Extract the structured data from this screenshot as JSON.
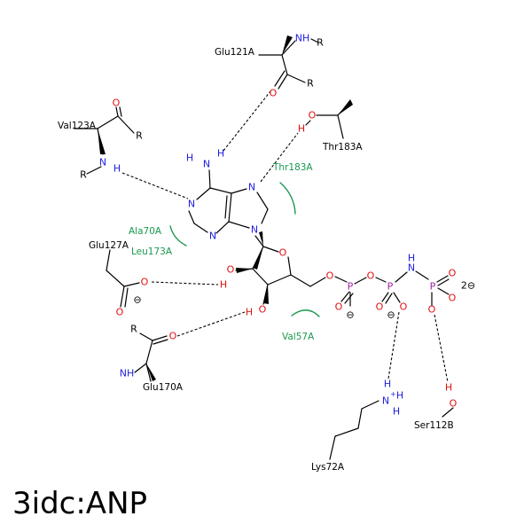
{
  "title": "3idc:ANP",
  "colors": {
    "carbon": "#000000",
    "nitrogen": "#1f1fdd",
    "oxygen": "#e01010",
    "phosphorus": "#a020a0",
    "hydrophobic": "#1a9850"
  },
  "residues": {
    "glu121": "Glu121A",
    "val123": "Val123A",
    "thr183a": "Thr183A",
    "thr183b": "Thr183A",
    "ala70": "Ala70A",
    "leu173": "Leu173A",
    "glu127": "Glu127A",
    "glu170": "Glu170A",
    "val57": "Val57A",
    "lys72": "Lys72A",
    "ser112": "Ser112B"
  },
  "atoms": {
    "nitrogen": "N",
    "oxygen": "O",
    "hydrogen": "H",
    "phosphorus": "P",
    "r_group": "R",
    "nh": "NH",
    "minus": "⊖",
    "charge_2minus": "2⊖",
    "plus": "+"
  }
}
